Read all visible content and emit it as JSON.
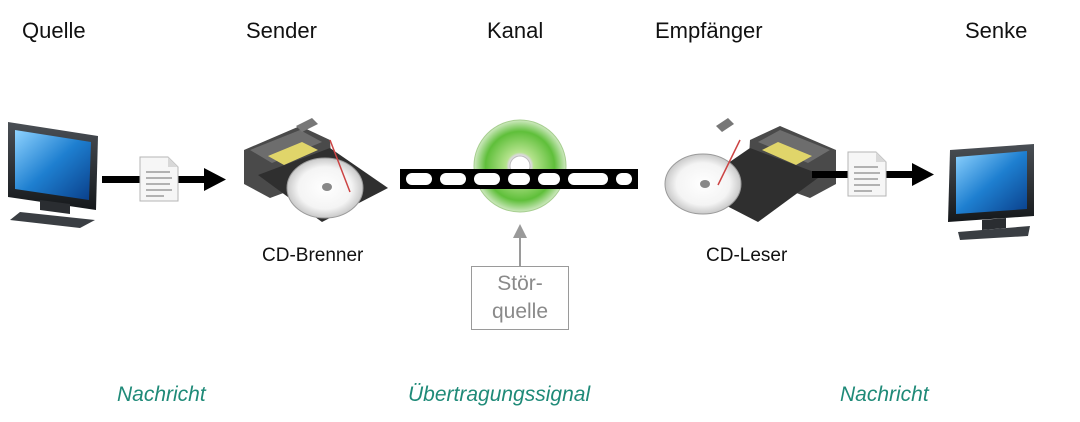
{
  "headers": {
    "source": "Quelle",
    "sender": "Sender",
    "channel": "Kanal",
    "receiver": "Empfänger",
    "sink": "Senke"
  },
  "devices": {
    "sender_device": "CD-Brenner",
    "receiver_device": "CD-Leser"
  },
  "noise_source": {
    "line1": "Stör-",
    "line2": "quelle"
  },
  "signals": {
    "left_message": "Nachricht",
    "channel_signal": "Übertragungssignal",
    "right_message": "Nachricht"
  },
  "colors": {
    "signal_text": "#1f8a78",
    "noise_border": "#9a9a9a",
    "arrow": "#000000"
  },
  "icons": [
    "monitor-icon",
    "document-icon",
    "cd-burner-icon",
    "cd-disc-icon",
    "cd-reader-icon"
  ]
}
